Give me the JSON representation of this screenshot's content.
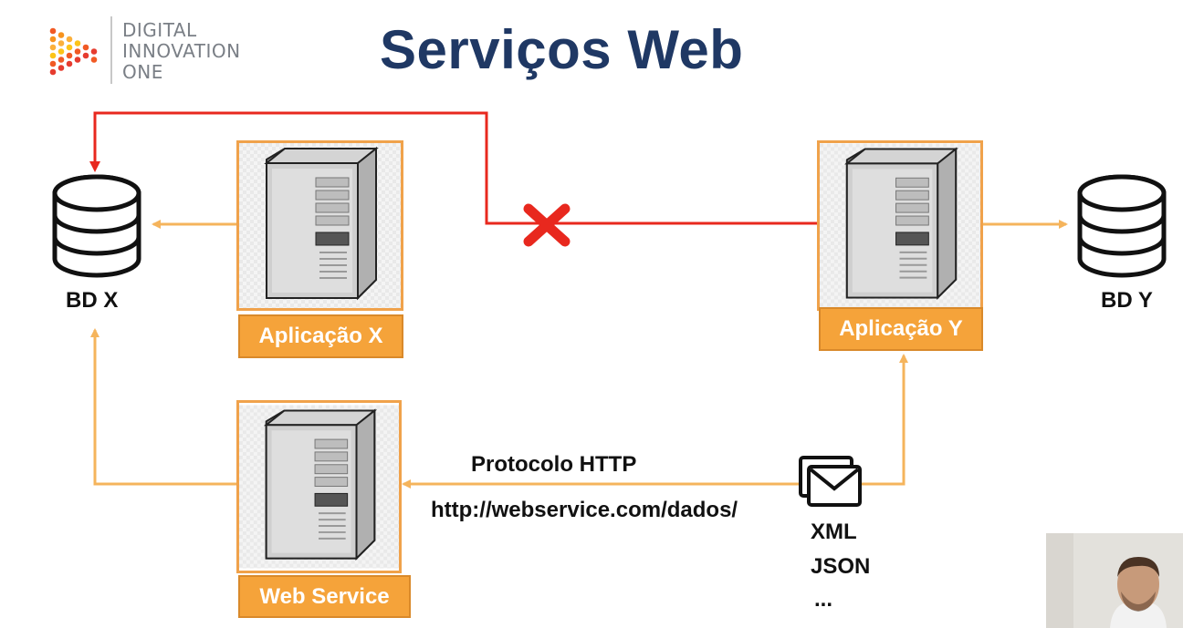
{
  "logo": {
    "line1": "DIGITAL",
    "line2": "INNOVATION",
    "line3": "ONE",
    "icon": "dio-dotted-play-icon"
  },
  "title": "Serviços Web",
  "nodes": {
    "db_x": {
      "label": "BD X",
      "icon": "database-icon"
    },
    "db_y": {
      "label": "BD Y",
      "icon": "database-icon"
    },
    "app_x": {
      "label": "Aplicação X",
      "icon": "server-tower-icon"
    },
    "app_y": {
      "label": "Aplicação Y",
      "icon": "server-tower-icon"
    },
    "web_service": {
      "label": "Web Service",
      "icon": "server-tower-icon"
    }
  },
  "connection": {
    "protocol": "Protocolo HTTP",
    "url": "http://webservice.com/dados/",
    "message_icon": "envelope-icon",
    "formats": [
      "XML",
      "JSON",
      "..."
    ]
  },
  "blocked_icon": "red-x-icon",
  "colors": {
    "title": "#1f3864",
    "orange": "#f5a33a",
    "orange_line": "#f5b45c",
    "red_line": "#e8281e"
  }
}
